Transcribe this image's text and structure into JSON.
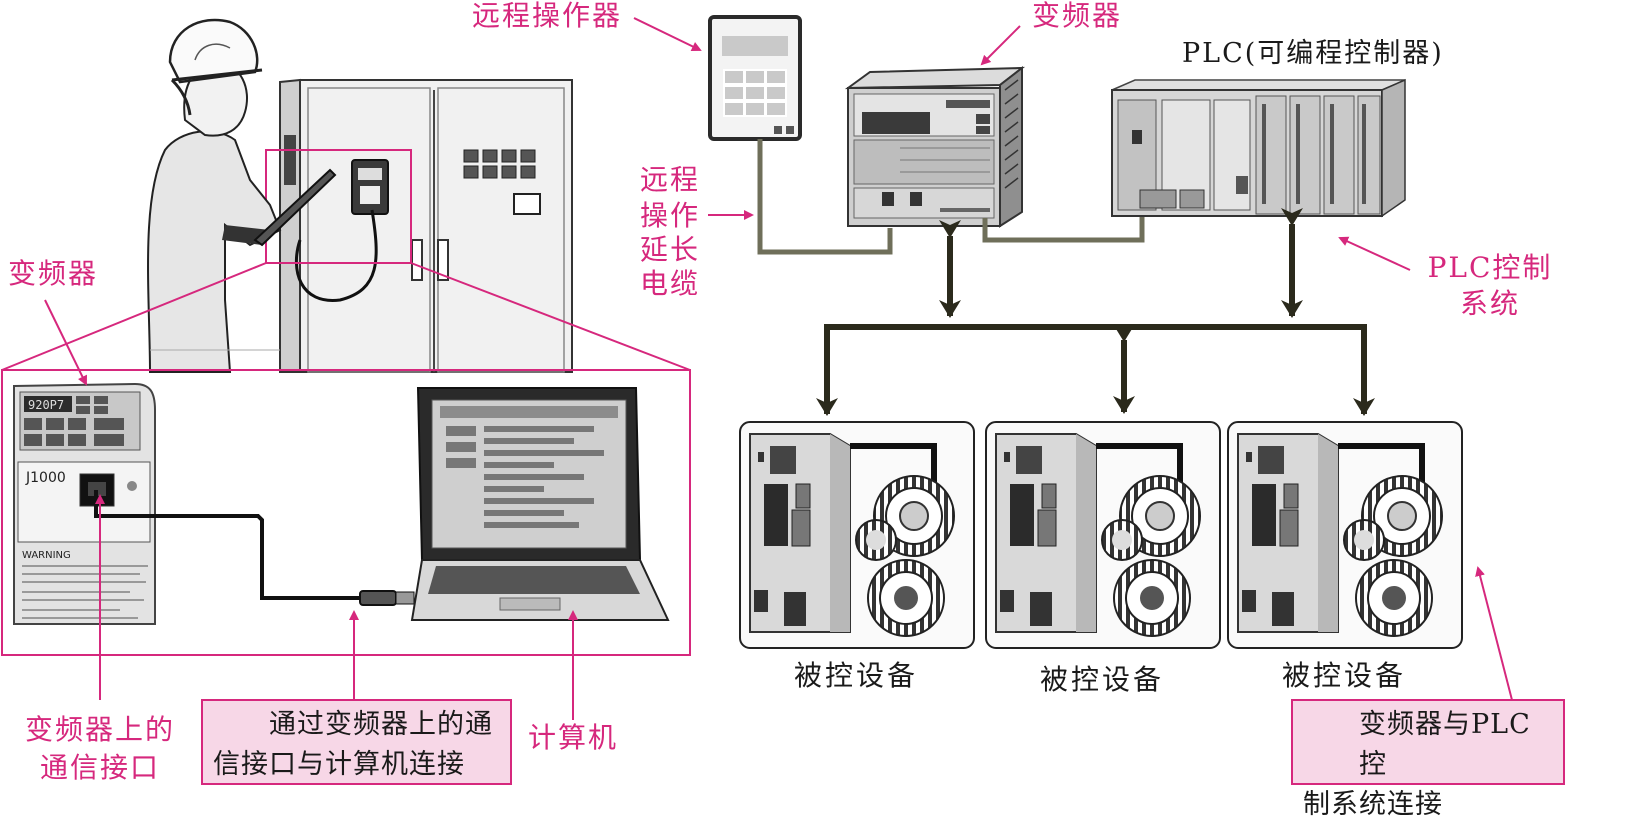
{
  "labels": {
    "remote_operator": "远程操作器",
    "inverter_top": "变频器",
    "plc_title": "PLC(可编程控制器)",
    "remote_cable": [
      "远程",
      "操作",
      "延长",
      "电缆"
    ],
    "inverter_left": "变频器",
    "plc_system": [
      "PLC控制",
      "系统"
    ],
    "controlled_device": "被控设备",
    "comm_port": [
      "变频器上的",
      "通信接口"
    ],
    "computer": "计算机"
  },
  "notes": {
    "pc_connection": [
      "通过变频器上的通",
      "信接口与计算机连接"
    ],
    "plc_connection": [
      "变频器与PLC控",
      "制系统连接"
    ]
  },
  "devices": {
    "inverter_display": "920P7",
    "inverter_model": "J1000",
    "inverter_warning": "WARNING"
  },
  "colors": {
    "accent": "#d6287d",
    "note_bg": "#f7d7e7",
    "bus": "#2b2a1c"
  }
}
